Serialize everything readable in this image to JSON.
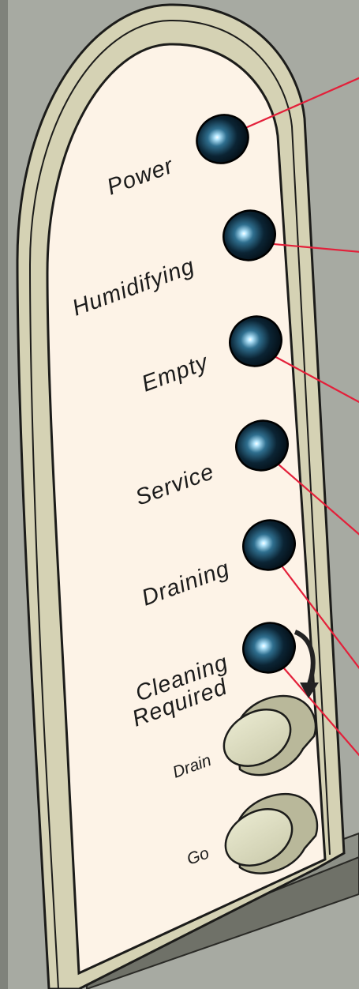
{
  "panel": {
    "indicators": [
      {
        "label": "Power"
      },
      {
        "label": "Humidifying"
      },
      {
        "label": "Empty"
      },
      {
        "label": "Service"
      },
      {
        "label": "Draining"
      },
      {
        "label_line1": "Cleaning",
        "label_line2": "Required"
      }
    ],
    "buttons": [
      {
        "label": "Drain"
      },
      {
        "label": "Go"
      }
    ]
  },
  "colors": {
    "background": "#a7aaa2",
    "panel_face": "#fdf3e7",
    "bezel": "#d5d2b4",
    "led_dark": "#06111c",
    "led_glow": "#8fd7ff",
    "callout_line": "#e3203a",
    "button_face": "#dcdcc0"
  },
  "icons": {
    "led": "indicator-light-icon",
    "arrow": "curved-arrow-icon"
  }
}
